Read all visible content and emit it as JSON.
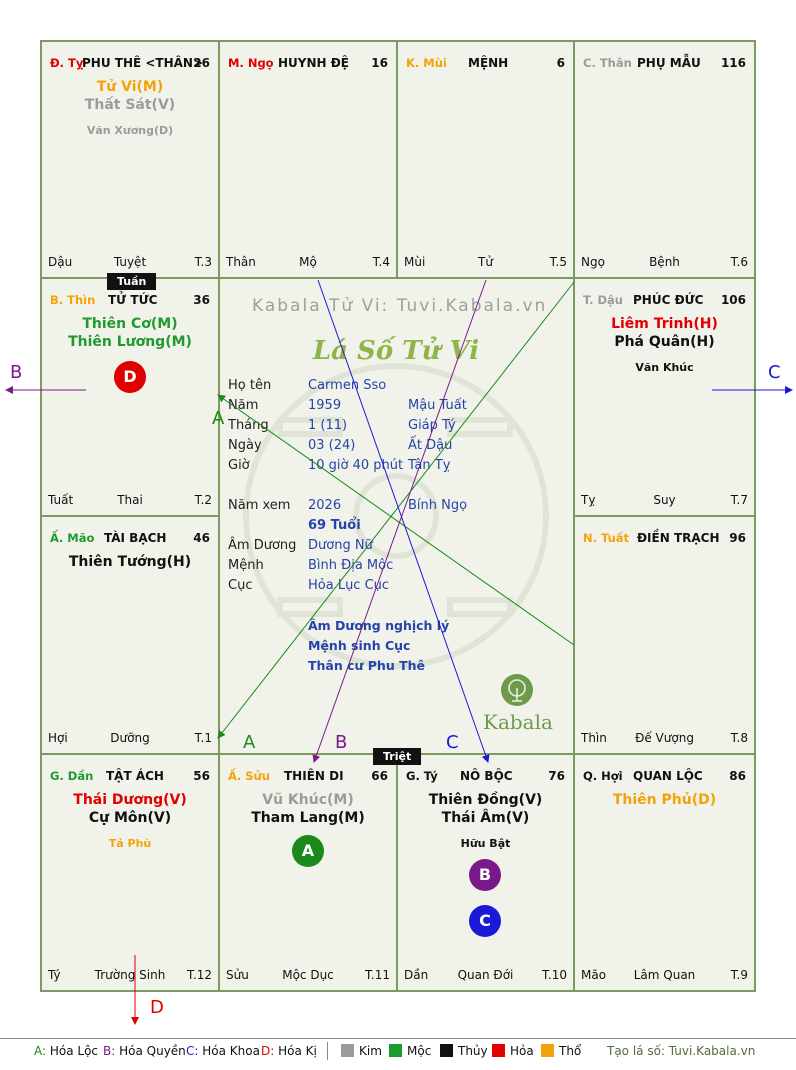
{
  "palaces": {
    "ty_top": {
      "branch": "Đ. Tỵ",
      "name": "PHU THÊ <THÂN>",
      "num": "26",
      "stars": [
        {
          "t": "Tử Vi(M)",
          "c": "#f2a20a"
        },
        {
          "t": "Thất Sát(V)",
          "c": "#9b9b9b"
        }
      ],
      "minor": [
        {
          "t": "Văn Xương(D)",
          "c": "#9b9b9b"
        }
      ],
      "bl": "Dậu",
      "bc": "Tuyệt",
      "br": "T.3"
    },
    "ngo": {
      "branch": "M. Ngọ",
      "name": "HUYNH ĐỆ",
      "num": "16",
      "stars": [],
      "minor": [],
      "bl": "Thân",
      "bc": "Mộ",
      "br": "T.4"
    },
    "mui": {
      "branch": "K. Mùi",
      "name": "MỆNH",
      "num": "6",
      "stars": [],
      "minor": [],
      "bl": "Mùi",
      "bc": "Tử",
      "br": "T.5"
    },
    "than": {
      "branch": "C. Thân",
      "name": "PHỤ MẪU",
      "num": "116",
      "stars": [],
      "minor": [],
      "bl": "Ngọ",
      "bc": "Bệnh",
      "br": "T.6"
    },
    "thin": {
      "branch": "B. Thìn",
      "name": "TỬ TỨC",
      "num": "36",
      "stars": [
        {
          "t": "Thiên Cơ(M)",
          "c": "#1f9a2e"
        },
        {
          "t": "Thiên Lương(M)",
          "c": "#1f9a2e"
        }
      ],
      "minor": [],
      "bl": "Tuất",
      "bc": "Thai",
      "br": "T.2"
    },
    "dau": {
      "branch": "T. Dậu",
      "name": "PHÚC ĐỨC",
      "num": "106",
      "stars": [
        {
          "t": "Liêm Trinh(H)",
          "c": "#e00000"
        },
        {
          "t": "Phá Quân(H)",
          "c": "#111111"
        }
      ],
      "minor": [
        {
          "t": "Văn Khúc",
          "c": "#111111"
        }
      ],
      "bl": "Tỵ",
      "bc": "Suy",
      "br": "T.7"
    },
    "mao": {
      "branch": "Ấ. Mão",
      "name": "TÀI BẠCH",
      "num": "46",
      "stars": [
        {
          "t": "Thiên Tướng(H)",
          "c": "#111111"
        }
      ],
      "minor": [],
      "bl": "Hợi",
      "bc": "Dưỡng",
      "br": "T.1"
    },
    "tuat": {
      "branch": "N. Tuất",
      "name": "ĐIỀN TRẠCH",
      "num": "96",
      "stars": [],
      "minor": [],
      "bl": "Thìn",
      "bc": "Đế Vượng",
      "br": "T.8"
    },
    "dan": {
      "branch": "G. Dần",
      "name": "TẬT ÁCH",
      "num": "56",
      "stars": [
        {
          "t": "Thái Dương(V)",
          "c": "#e00000"
        },
        {
          "t": "Cự Môn(V)",
          "c": "#111111"
        }
      ],
      "minor": [
        {
          "t": "Tả Phù",
          "c": "#f2a20a"
        }
      ],
      "bl": "Tý",
      "bc": "Trường Sinh",
      "br": "T.12"
    },
    "suu": {
      "branch": "Ấ. Sửu",
      "name": "THIÊN DI",
      "num": "66",
      "stars": [
        {
          "t": "Vũ Khúc(M)",
          "c": "#9b9b9b"
        },
        {
          "t": "Tham Lang(M)",
          "c": "#111111"
        }
      ],
      "minor": [],
      "bl": "Sửu",
      "bc": "Mộc Dục",
      "br": "T.11"
    },
    "ty_bottom": {
      "branch": "G. Tý",
      "name": "NÔ BỘC",
      "num": "76",
      "stars": [
        {
          "t": "Thiên Đồng(V)",
          "c": "#111111"
        },
        {
          "t": "Thái Âm(V)",
          "c": "#111111"
        }
      ],
      "minor": [
        {
          "t": "Hữu Bật",
          "c": "#111111"
        }
      ],
      "bl": "Dần",
      "bc": "Quan Đới",
      "br": "T.10"
    },
    "hoi": {
      "branch": "Q. Hợi",
      "name": "QUAN LỘC",
      "num": "86",
      "stars": [
        {
          "t": "Thiên Phủ(D)",
          "c": "#f2a20a"
        }
      ],
      "minor": [],
      "bl": "Mão",
      "bc": "Lâm Quan",
      "br": "T.9"
    }
  },
  "branch_colors": {
    "ty_top": "#e00000",
    "ngo": "#e00000",
    "mui": "#f2a20a",
    "than": "#9b9b9b",
    "thin": "#f2a20a",
    "dau": "#9b9b9b",
    "mao": "#1f9a2e",
    "tuat": "#f2a20a",
    "dan": "#1f9a2e",
    "suu": "#f2a20a",
    "ty_bottom": "#111111",
    "hoi": "#111111"
  },
  "tags": {
    "tuan": "Tuần",
    "triet": "Triệt"
  },
  "badges": {
    "A": "A",
    "B": "B",
    "C": "C",
    "D": "D"
  },
  "center": {
    "watermark": "Kabala Tử Vi: Tuvi.Kabala.vn",
    "title": "Lá Số Tử Vi",
    "logo": "Kabala",
    "rows": [
      {
        "k": "Họ tên",
        "v": "Carmen Sso",
        "v2": ""
      },
      {
        "k": "Năm",
        "v": "1959",
        "v2": "Mậu Tuất"
      },
      {
        "k": "Tháng",
        "v": "1  (11)",
        "v2": "Giáp Tý"
      },
      {
        "k": "Ngày",
        "v": "03  (24)",
        "v2": "Ất Dậu"
      },
      {
        "k": "Giờ",
        "v": "10 giờ 40 phút",
        "v2": "Tân Tỵ"
      },
      {
        "k": "Năm xem",
        "v": "2026",
        "v2": "Bính Ngọ"
      },
      {
        "k": "",
        "v": "69 Tuổi",
        "v2": ""
      },
      {
        "k": "Âm Dương",
        "v": "Dương Nữ",
        "v2": ""
      },
      {
        "k": "Mệnh",
        "v": "Bình Địa Mộc",
        "v2": ""
      },
      {
        "k": "Cục",
        "v": "Hỏa Lục Cục",
        "v2": ""
      }
    ],
    "notes": [
      "Âm Dương nghịch lý",
      "Mệnh sinh Cục",
      "Thân cư Phu Thê"
    ]
  },
  "arrow_labels": {
    "A1": "A",
    "A2": "A",
    "B": "B",
    "C": "C",
    "Bout": "B",
    "Cout": "C",
    "Dout": "D"
  },
  "legend": {
    "hoa_loc": {
      "k": "A:",
      "v": "Hóa Lộc"
    },
    "hoa_quyen": {
      "k": "B:",
      "v": "Hóa Quyền"
    },
    "hoa_khoa": {
      "k": "C:",
      "v": "Hóa Khoa"
    },
    "hoa_ki": {
      "k": "D:",
      "v": "Hóa Kị"
    },
    "elements": [
      {
        "label": "Kim",
        "color": "#9b9b9b"
      },
      {
        "label": "Mộc",
        "color": "#1f9a2e"
      },
      {
        "label": "Thủy",
        "color": "#111111"
      },
      {
        "label": "Hỏa",
        "color": "#e00000"
      },
      {
        "label": "Thổ",
        "color": "#f2a20a"
      }
    ],
    "credit": "Tạo lá số: Tuvi.Kabala.vn"
  },
  "colors": {
    "A": "#1a8a1a",
    "B": "#7a1a8a",
    "C": "#1a1ad6",
    "D": "#e00000",
    "grid": "#7d9a63",
    "text_blue": "#2643a8"
  }
}
